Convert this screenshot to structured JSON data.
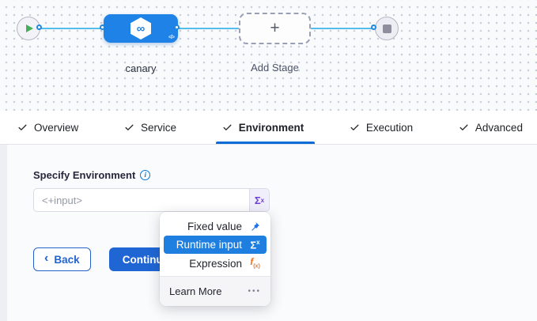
{
  "canvas": {
    "stage_name": "canary",
    "add_stage_label": "Add Stage",
    "icons": {
      "play_icon": "green-triangle",
      "infinity": "∞",
      "code": "</>",
      "plus": "+",
      "stop_icon": "gray-square"
    }
  },
  "tabs": {
    "items": [
      {
        "label": "Overview",
        "checked": true,
        "active": false
      },
      {
        "label": "Service",
        "checked": true,
        "active": false
      },
      {
        "label": "Environment",
        "checked": true,
        "active": true
      },
      {
        "label": "Execution",
        "checked": true,
        "active": false
      },
      {
        "label": "Advanced",
        "checked": true,
        "active": false
      }
    ]
  },
  "form": {
    "environment_label": "Specify Environment",
    "info_icon": "i",
    "input_value": "",
    "input_placeholder": "<+input>",
    "sigma": "Σ",
    "sigma_sup": "x"
  },
  "actions": {
    "back_chevron": "‹",
    "back_label": "Back",
    "continue_label": "Continue"
  },
  "dropdown": {
    "items": [
      {
        "label": "Fixed value",
        "icon": "pin-icon",
        "selected": false
      },
      {
        "label": "Runtime input",
        "icon": "sigma-icon",
        "selected": true
      },
      {
        "label": "Expression",
        "icon": "fx-icon",
        "selected": false
      }
    ],
    "sigma": "Σ",
    "sigma_sup": "x",
    "fx_f": "f",
    "fx_sub": "(x)",
    "learn_more_label": "Learn More",
    "more_dots": "•••"
  },
  "colors": {
    "node_blue": "#1e82e6",
    "connector_blue": "#55bdee",
    "accent_blue": "#1f66d4",
    "selected_item_blue": "#1e7fe0",
    "tab_underline_blue": "#0a6bd7",
    "sigma_purple": "#6c3fd4",
    "expression_orange": "#f3721f",
    "pin_blue": "#2170e8",
    "play_green": "#46ad58"
  }
}
